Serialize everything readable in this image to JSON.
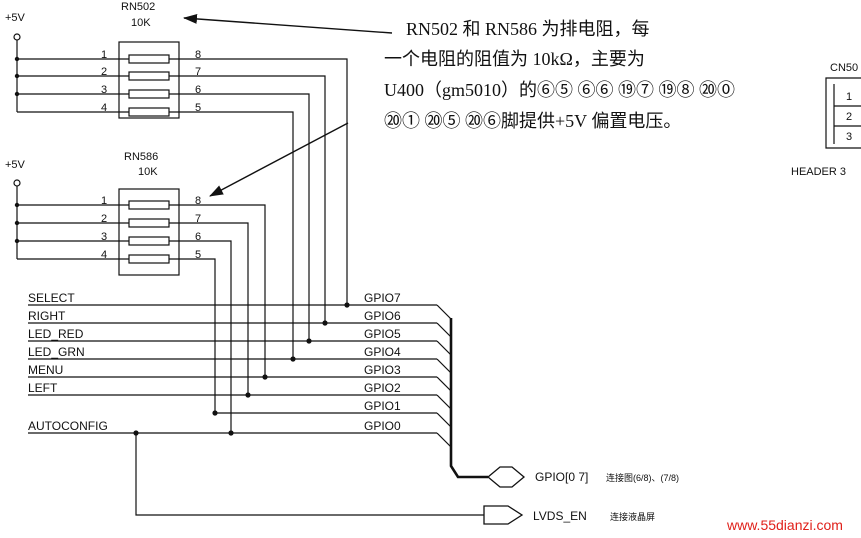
{
  "rn502": {
    "supply": "+5V",
    "ref": "RN502",
    "value": "10K",
    "pins_left": [
      "1",
      "2",
      "3",
      "4"
    ],
    "pins_right": [
      "8",
      "7",
      "6",
      "5"
    ]
  },
  "rn586": {
    "supply": "+5V",
    "ref": "RN586",
    "value": "10K",
    "pins_left": [
      "1",
      "2",
      "3",
      "4"
    ],
    "pins_right": [
      "8",
      "7",
      "6",
      "5"
    ]
  },
  "annotation": {
    "lines": [
      "RN502 和 RN586 为排电阻，每",
      "一个电阻的阻值为 10kΩ，主要为",
      "U400（gm5010）的⑥⑤ ⑥⑥ ⑲⑦ ⑲⑧ ⑳⓪",
      "⑳① ⑳⑤ ⑳⑥脚提供+5V 偏置电压。"
    ]
  },
  "header": {
    "ref": "CN50",
    "pins": [
      "1",
      "2",
      "3"
    ],
    "label": "HEADER 3"
  },
  "signals": [
    "SELECT",
    "RIGHT",
    "LED_RED",
    "LED_GRN",
    "MENU",
    "LEFT",
    "AUTOCONFIG"
  ],
  "gpio": [
    "GPIO7",
    "GPIO6",
    "GPIO5",
    "GPIO4",
    "GPIO3",
    "GPIO2",
    "GPIO1",
    "GPIO0"
  ],
  "bus_port": {
    "label": "GPIO[0 7]",
    "note": "连接图(6/8)、(7/8)"
  },
  "lvds_port": {
    "label": "LVDS_EN",
    "note": "连接液晶屏"
  },
  "watermark": "www.55dianzi.com"
}
